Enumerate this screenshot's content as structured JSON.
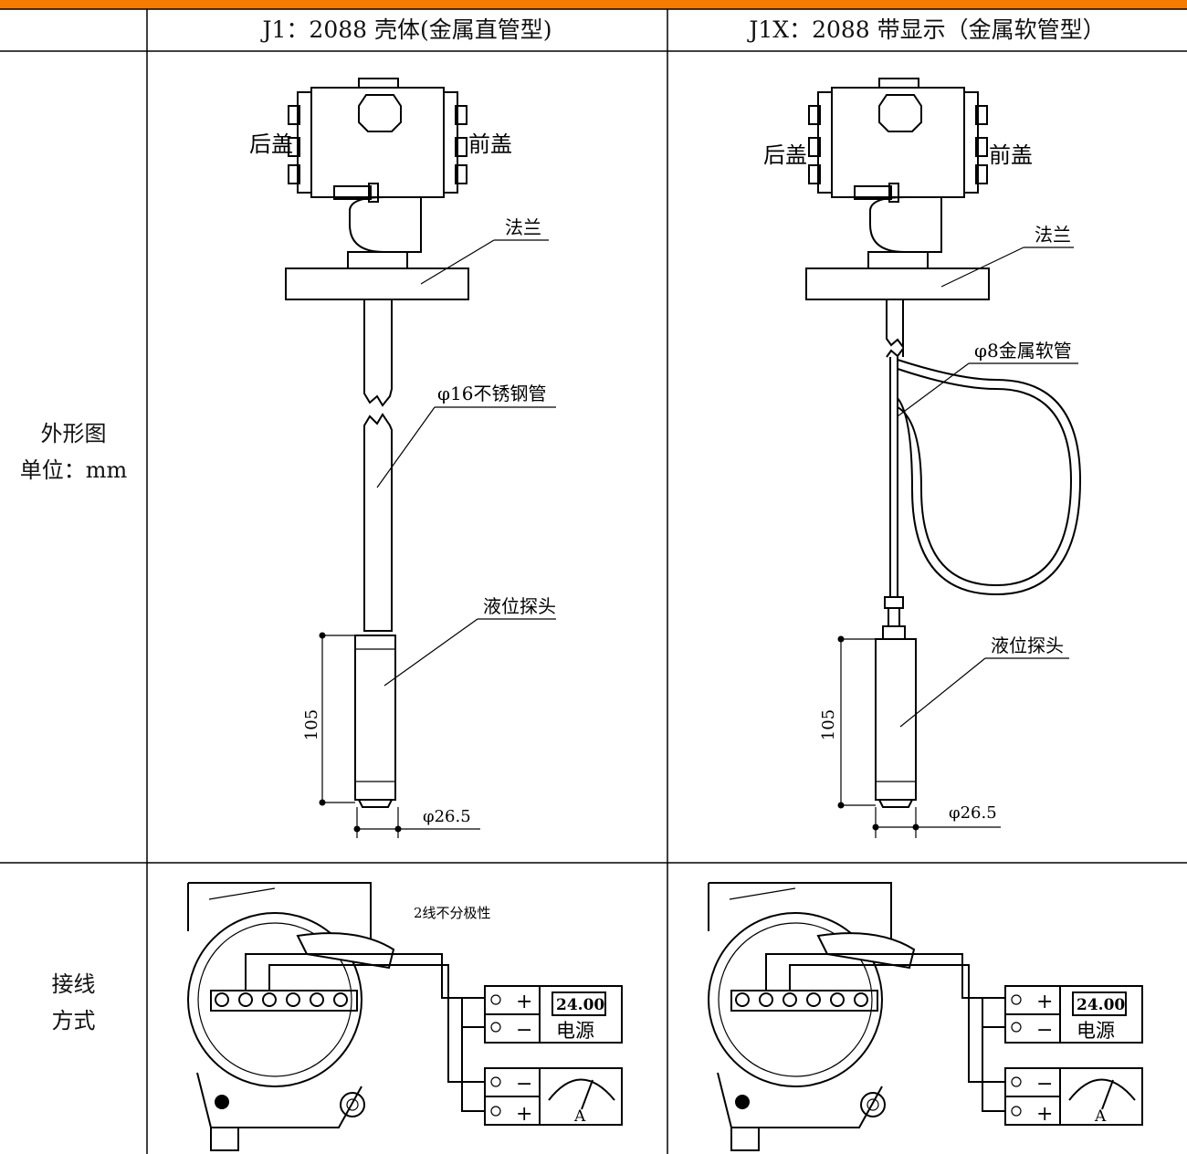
{
  "headers": {
    "col1": "J1：2088 壳体(金属直管型)",
    "col2": "J1X：2088 带显示（金属软管型）"
  },
  "rows": {
    "outline_label_line1": "外形图",
    "outline_label_line2": "单位：mm",
    "wiring_label_line1": "接线",
    "wiring_label_line2": "方式"
  },
  "drawing_left": {
    "rear_cover": "后盖",
    "front_cover": "前盖",
    "flange": "法兰",
    "pipe": "φ16不锈钢管",
    "probe": "液位探头",
    "length": "105",
    "diameter": "φ26.5"
  },
  "drawing_right": {
    "rear_cover": "后盖",
    "front_cover": "前盖",
    "flange": "法兰",
    "hose": "φ8金属软管",
    "probe": "液位探头",
    "length": "105",
    "diameter": "φ26.5"
  },
  "wiring": {
    "note": "2线不分极性",
    "plus": "+",
    "minus": "−",
    "display_value": "24.00",
    "power": "电源",
    "ammeter": "A"
  }
}
